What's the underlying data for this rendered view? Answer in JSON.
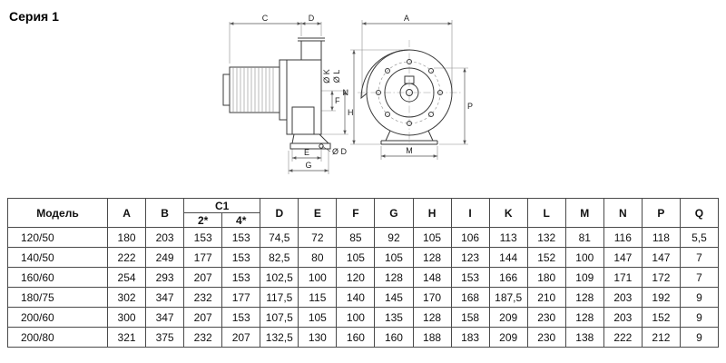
{
  "page": {
    "title": "Серия 1"
  },
  "drawing": {
    "labels": {
      "c": "C",
      "d": "D",
      "diam_k": "Ø K",
      "diam_l": "Ø L",
      "f": "F",
      "h": "H",
      "e": "E",
      "diam_d": "Ø D",
      "g": "G",
      "a": "A",
      "n": "N",
      "p": "P",
      "m": "M"
    }
  },
  "table": {
    "headers": {
      "model": "Модель",
      "a": "A",
      "b": "B",
      "c1": "C1",
      "c1_subs": [
        "2*",
        "4*"
      ],
      "rest": [
        "D",
        "E",
        "F",
        "G",
        "H",
        "I",
        "K",
        "L",
        "M",
        "N",
        "P",
        "Q"
      ]
    },
    "rows": [
      {
        "model": "120/50",
        "values": [
          "180",
          "203",
          "153",
          "153",
          "74,5",
          "72",
          "85",
          "92",
          "105",
          "106",
          "113",
          "132",
          "81",
          "116",
          "118",
          "5,5"
        ]
      },
      {
        "model": "140/50",
        "values": [
          "222",
          "249",
          "177",
          "153",
          "82,5",
          "80",
          "105",
          "105",
          "128",
          "123",
          "144",
          "152",
          "100",
          "147",
          "147",
          "7"
        ]
      },
      {
        "model": "160/60",
        "values": [
          "254",
          "293",
          "207",
          "153",
          "102,5",
          "100",
          "120",
          "128",
          "148",
          "153",
          "166",
          "180",
          "109",
          "171",
          "172",
          "7"
        ]
      },
      {
        "model": "180/75",
        "values": [
          "302",
          "347",
          "232",
          "177",
          "117,5",
          "115",
          "140",
          "145",
          "170",
          "168",
          "187,5",
          "210",
          "128",
          "203",
          "192",
          "9"
        ]
      },
      {
        "model": "200/60",
        "values": [
          "300",
          "347",
          "207",
          "153",
          "107,5",
          "105",
          "100",
          "135",
          "128",
          "158",
          "209",
          "230",
          "128",
          "203",
          "152",
          "9"
        ]
      },
      {
        "model": "200/80",
        "values": [
          "321",
          "375",
          "232",
          "207",
          "132,5",
          "130",
          "160",
          "160",
          "188",
          "183",
          "209",
          "230",
          "138",
          "222",
          "212",
          "9"
        ]
      }
    ]
  }
}
